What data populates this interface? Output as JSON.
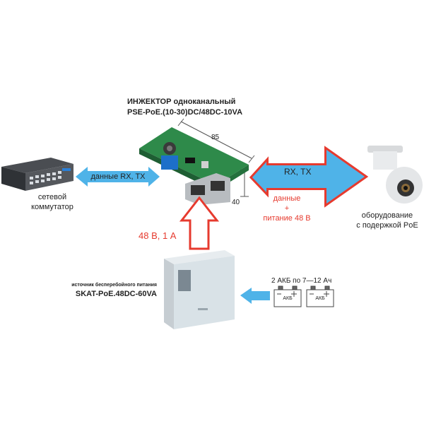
{
  "injector": {
    "title_line1": "ИНЖЕКТОР одноканальный",
    "title_line2": "PSE-PoE.(10-30)DC/48DC-10VA",
    "dim_length": "85",
    "dim_width": "40"
  },
  "switch": {
    "label_line1": "сетевой",
    "label_line2": "коммутатор"
  },
  "left_arrow": {
    "label": "данные RX, TX",
    "color": "#4fb3e8"
  },
  "right_arrow": {
    "label": "RX, TX",
    "color": "#4fb3e8",
    "outline": "#e63a2e"
  },
  "right_annotation": {
    "line1": "данные",
    "line2": "+",
    "line3": "питание 48 В"
  },
  "camera": {
    "label_line1": "оборудование",
    "label_line2": "с подержкой PoE"
  },
  "up_arrow": {
    "label": "48 В, 1 А"
  },
  "ups": {
    "caption_line1": "источник бесперебойного питания",
    "caption_line2": "SKAT-PoE.48DC-60VA"
  },
  "batteries": {
    "label": "2 АКБ по 7—12 Ач",
    "battery_text": "АКБ"
  }
}
